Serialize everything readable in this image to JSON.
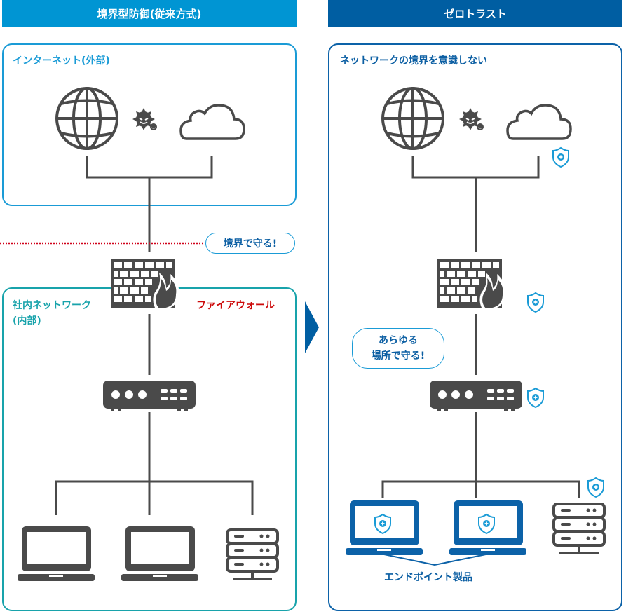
{
  "left_panel": {
    "header": "境界型防御(従来方式)",
    "internet_label": "インターネット(外部)",
    "boundary_bubble": "境界で守る!",
    "intranet_label_line1": "社内ネットワーク",
    "intranet_label_line2": "(内部)",
    "firewall_label": "ファイアウォール"
  },
  "right_panel": {
    "header": "ゼロトラスト",
    "network_label": "ネットワークの境界を意識しない",
    "everywhere_bubble_line1": "あらゆる",
    "everywhere_bubble_line2": "場所で守る!",
    "endpoint_label": "エンドポイント製品"
  },
  "colors": {
    "left_header": "#0095d3",
    "right_header": "#005ea2",
    "internet_border": "#1a9bd6",
    "intranet_border": "#18a3ab",
    "zero_trust_border": "#0c62a8",
    "icon_gray": "#4a4a4a",
    "firewall_label": "#cc0a0a",
    "shield_blue": "#1a9bd6",
    "boundary_line": "#d0021b"
  }
}
